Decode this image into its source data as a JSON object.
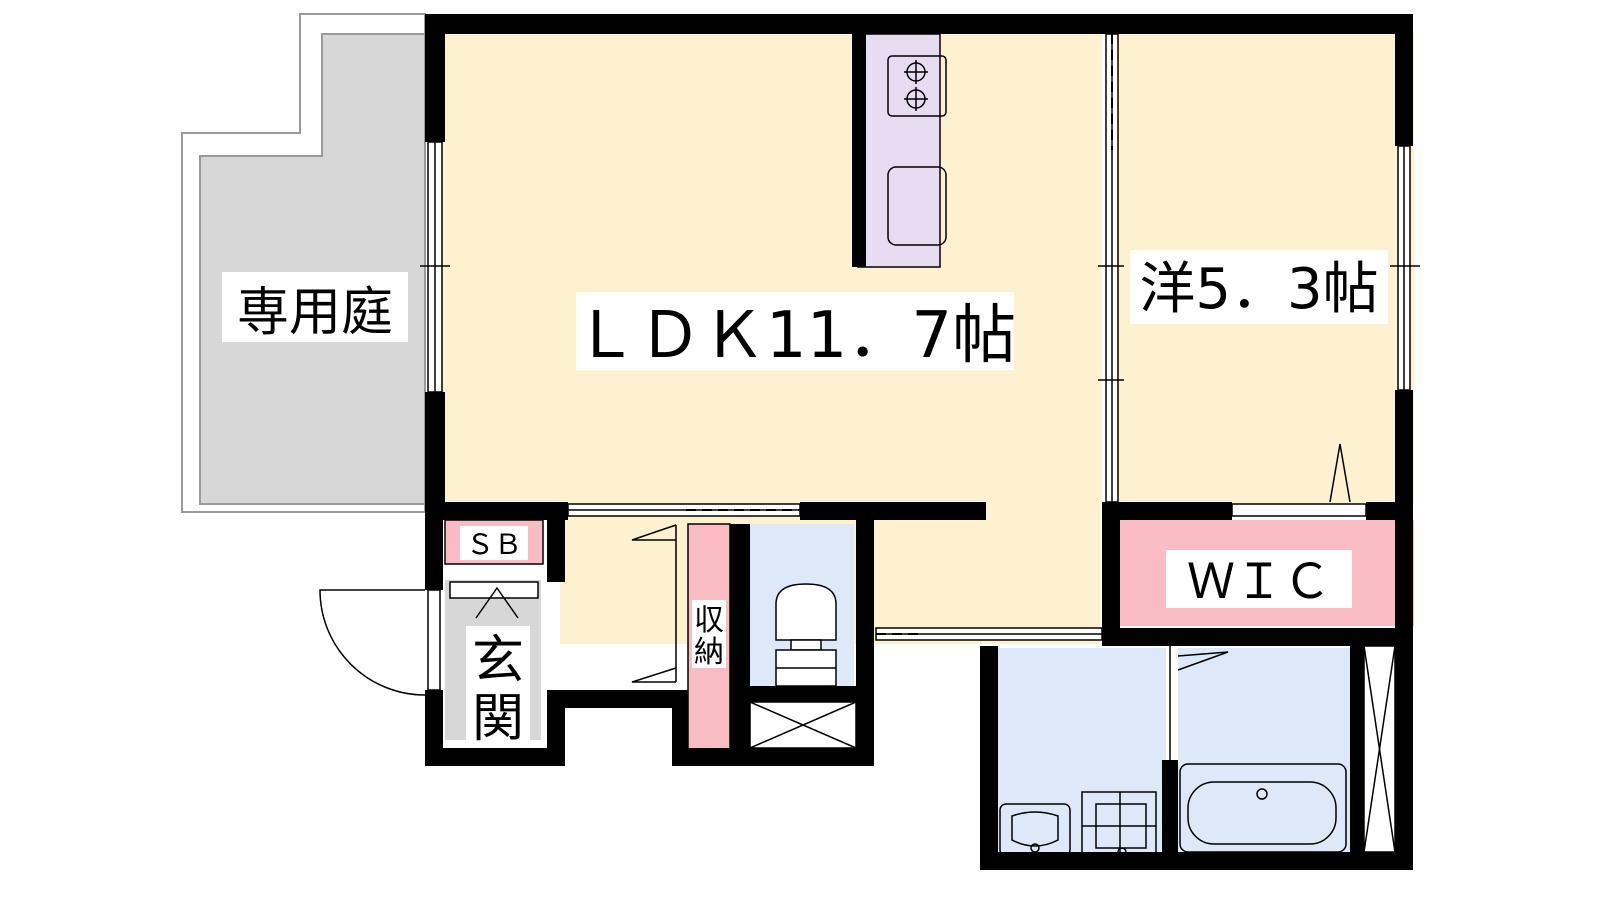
{
  "colors": {
    "living": "#fdf1d0",
    "kitchen": "#e8dcf3",
    "wet": "#dde9f8",
    "storage": "#f9bcc3",
    "garden": "#d7d7d7",
    "wall": "#000000"
  },
  "rooms": {
    "ldk": {
      "label": "ＬＤＫ11．7帖"
    },
    "western": {
      "label": "洋5．3帖"
    },
    "wic": {
      "label": "ＷＩＣ"
    },
    "garden": {
      "label": "専用庭"
    },
    "entrance": {
      "label_top": "玄",
      "label_bottom": "関"
    },
    "shoe_box": {
      "label": "ＳＢ"
    },
    "closet": {
      "label_top": "収",
      "label_bottom": "納"
    }
  }
}
